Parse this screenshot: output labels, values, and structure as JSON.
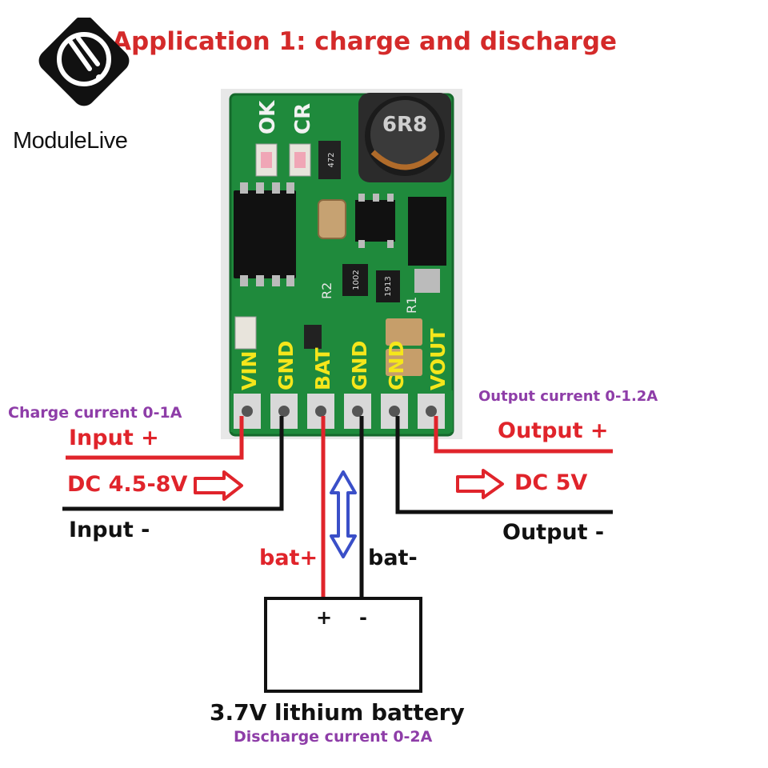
{
  "title": "Application 1: charge and discharge",
  "brand": {
    "name": "ModuleLive",
    "name_part1": "Module",
    "name_part2": "Live"
  },
  "board": {
    "led_labels": [
      "OK",
      "CR"
    ],
    "inductor_marking": "6R8",
    "resistor_markings": [
      "472",
      "1002",
      "1913"
    ],
    "silk_labels": [
      "R2",
      "R1"
    ],
    "pins": [
      "VIN",
      "GND",
      "BAT",
      "GND",
      "GND",
      "VOUT"
    ]
  },
  "labels": {
    "charge_current": "Charge current 0-1A",
    "input_plus": "Input +",
    "input_dc": "DC 4.5-8V",
    "input_minus": "Input -",
    "output_current": "Output current 0-1.2A",
    "output_plus": "Output +",
    "output_dc": "DC 5V",
    "output_minus": "Output -",
    "bat_plus": "bat+",
    "bat_minus": "bat-",
    "battery_plus": "+",
    "battery_minus": "-",
    "battery_name": "3.7V lithium battery",
    "discharge_current": "Discharge current 0-2A"
  },
  "colors": {
    "title_red": "#d42a2a",
    "wire_red": "#e0242b",
    "wire_black": "#111111",
    "pcb_green": "#1f8a3c",
    "pin_label_yellow": "#f5e61b",
    "arrow_blue": "#3a4fc8",
    "purple": "#8e3da8"
  }
}
